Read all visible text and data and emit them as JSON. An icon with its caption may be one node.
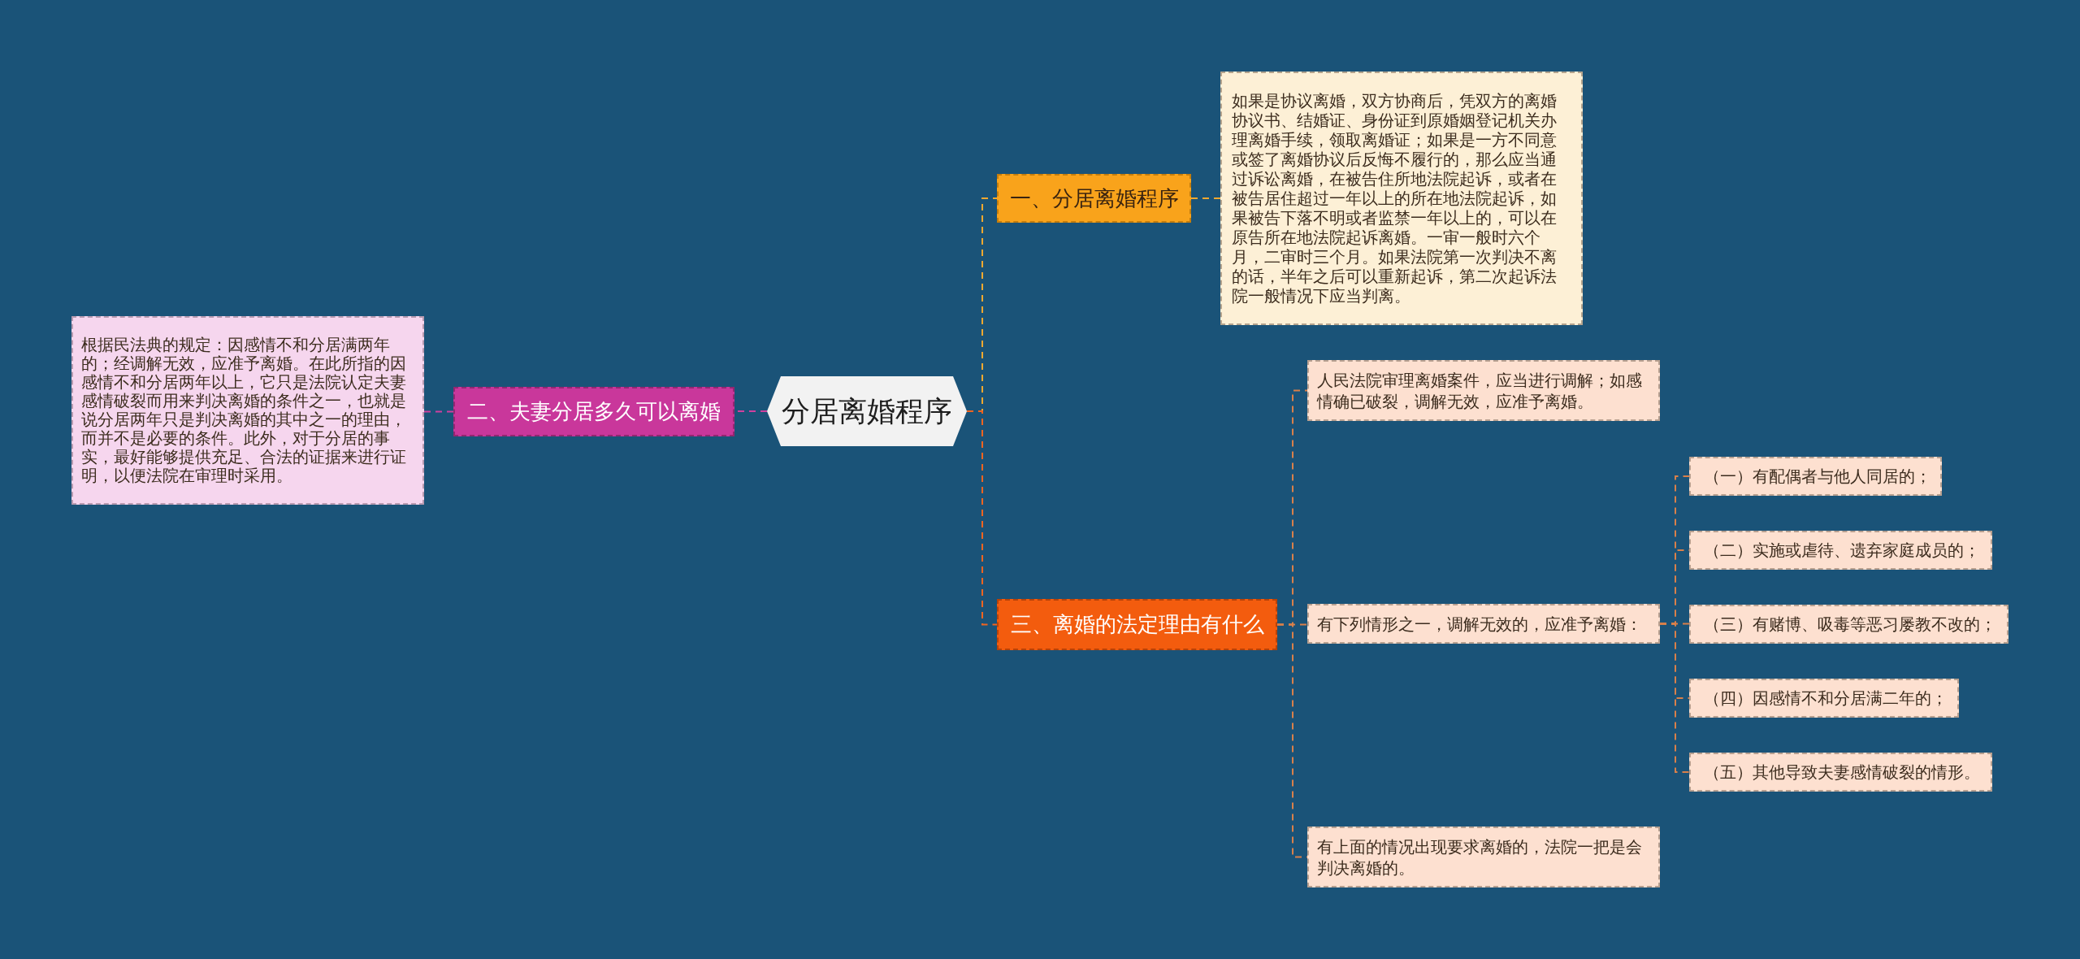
{
  "diagram": {
    "nodes": [
      {
        "text": [
          "分居离婚程序"
        ]
      },
      {
        "text": [
          "一、分居离婚程序"
        ]
      },
      {
        "text": [
          "如果是协议离婚，双方协商后，凭双方的离婚协议书、结婚证、身份证到原婚姻登记机关办理离婚手续，领取离婚证；如果是一方不同意或签了离婚协议后反悔不履行的，那么应当通过诉讼离婚，在被告住所地法院起诉，或者在被告居住超过一年以上的所在地法院起诉，如果被告下落不明或者监禁一年以上的，可以在原告所在地法院起诉离婚。一审一般时六个月，二审时三个月。如果法院第一次判决不离的话，半年之后可以重新起诉，第二次起诉法院一般情况下应当判离。"
        ]
      },
      {
        "text": [
          "二、夫妻分居多久可以离婚"
        ]
      },
      {
        "text": [
          "根据民法典的规定：因感情不和分居满两年的；经调解无效，应准予离婚。在此所指的因感情不和分居两年以上，它只是法院认定夫妻感情破裂而用来判决离婚的条件之一，也就是说分居两年只是判决离婚的其中之一的理由，而并不是必要的条件。此外，对于分居的事实，最好能够提供充足、合法的证据来进行证明，以便法院在审理时采用。"
        ]
      },
      {
        "text": [
          "三、离婚的法定理由有什么"
        ]
      },
      {
        "text": [
          "人民法院审理离婚案件，应当进行调解；如感情确已破裂，调解无效，应准予离婚。"
        ]
      },
      {
        "text": [
          "有下列情形之一，调解无效的，应准予离婚："
        ]
      },
      {
        "text": [
          "（一）有配偶者与他人同居的；"
        ]
      },
      {
        "text": [
          "（二）实施或虐待、遗弃家庭成员的；"
        ]
      },
      {
        "text": [
          "（三）有赌博、吸毒等恶习屡教不改的；"
        ]
      },
      {
        "text": [
          "（四）因感情不和分居满二年的；"
        ]
      },
      {
        "text": [
          "（五）其他导致夫妻感情破裂的情形。"
        ]
      },
      {
        "text": [
          "有上面的情况出现要求离婚的，法院一把是会判决离婚的。"
        ]
      }
    ],
    "edges": [
      {
        "from": 0,
        "to": 1,
        "arrow": "none",
        "style": "dashed",
        "color": "#f0a830"
      },
      {
        "from": 1,
        "to": 2,
        "arrow": "none",
        "style": "dashed",
        "color": "#f0a830"
      },
      {
        "from": 0,
        "to": 3,
        "arrow": "none",
        "style": "dashed",
        "color": "#d0409f"
      },
      {
        "from": 3,
        "to": 4,
        "arrow": "none",
        "style": "dashed",
        "color": "#d0409f"
      },
      {
        "from": 0,
        "to": 5,
        "arrow": "none",
        "style": "dashed",
        "color": "#f06420"
      },
      {
        "from": 5,
        "to": 6,
        "arrow": "none",
        "style": "dashed"
      },
      {
        "from": 5,
        "to": 7,
        "arrow": "none",
        "style": "dashed"
      },
      {
        "from": 7,
        "to": 8,
        "arrow": "none",
        "style": "dashed"
      },
      {
        "from": 7,
        "to": 9,
        "arrow": "none",
        "style": "dashed"
      },
      {
        "from": 7,
        "to": 10,
        "arrow": "none",
        "style": "dashed"
      },
      {
        "from": 7,
        "to": 11,
        "arrow": "none",
        "style": "dashed"
      },
      {
        "from": 7,
        "to": 12,
        "arrow": "none",
        "style": "dashed"
      },
      {
        "from": 5,
        "to": 13,
        "arrow": "none",
        "style": "dashed"
      }
    ]
  }
}
